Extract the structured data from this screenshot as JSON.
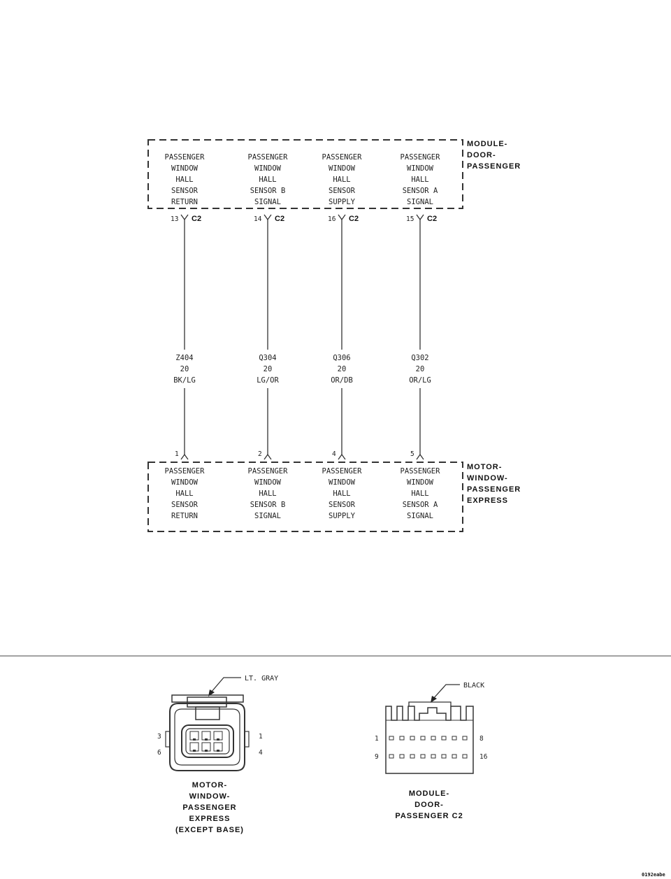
{
  "modules": {
    "top": {
      "label": [
        "MODULE-",
        "DOOR-",
        "PASSENGER"
      ],
      "pins": [
        {
          "lines": [
            "PASSENGER",
            "WINDOW",
            "HALL",
            "SENSOR",
            "RETURN"
          ]
        },
        {
          "lines": [
            "PASSENGER",
            "WINDOW",
            "HALL",
            "SENSOR B",
            "SIGNAL"
          ]
        },
        {
          "lines": [
            "PASSENGER",
            "WINDOW",
            "HALL",
            "SENSOR",
            "SUPPLY"
          ]
        },
        {
          "lines": [
            "PASSENGER",
            "WINDOW",
            "HALL",
            "SENSOR A",
            "SIGNAL"
          ]
        }
      ]
    },
    "bottom": {
      "label": [
        "MOTOR-",
        "WINDOW-",
        "PASSENGER",
        "EXPRESS"
      ],
      "pins": [
        {
          "lines": [
            "PASSENGER",
            "WINDOW",
            "HALL",
            "SENSOR",
            "RETURN"
          ]
        },
        {
          "lines": [
            "PASSENGER",
            "WINDOW",
            "HALL",
            "SENSOR B",
            "SIGNAL"
          ]
        },
        {
          "lines": [
            "PASSENGER",
            "WINDOW",
            "HALL",
            "SENSOR",
            "SUPPLY"
          ]
        },
        {
          "lines": [
            "PASSENGER",
            "WINDOW",
            "HALL",
            "SENSOR A",
            "SIGNAL"
          ]
        }
      ]
    }
  },
  "wires": [
    {
      "top_pin": "13",
      "connector": "C2",
      "circuit": "Z404",
      "gauge": "20",
      "color": "BK/LG",
      "bottom_pin": "1"
    },
    {
      "top_pin": "14",
      "connector": "C2",
      "circuit": "Q304",
      "gauge": "20",
      "color": "LG/OR",
      "bottom_pin": "2"
    },
    {
      "top_pin": "16",
      "connector": "C2",
      "circuit": "Q306",
      "gauge": "20",
      "color": "OR/DB",
      "bottom_pin": "4"
    },
    {
      "top_pin": "15",
      "connector": "C2",
      "circuit": "Q302",
      "gauge": "20",
      "color": "OR/LG",
      "bottom_pin": "5"
    }
  ],
  "connector_views": {
    "motor": {
      "color_label": "LT. GRAY",
      "pins": {
        "top_left": "3",
        "bottom_left": "6",
        "top_right": "1",
        "bottom_right": "4"
      },
      "caption": [
        "MOTOR-",
        "WINDOW-",
        "PASSENGER",
        "EXPRESS",
        "(EXCEPT BASE)"
      ]
    },
    "module": {
      "color_label": "BLACK",
      "pins": {
        "top_left": "1",
        "bottom_left": "9",
        "top_right": "8",
        "bottom_right": "16"
      },
      "caption": [
        "MODULE-",
        "DOOR-",
        "PASSENGER C2"
      ]
    }
  },
  "figure_code": "0192eabe"
}
